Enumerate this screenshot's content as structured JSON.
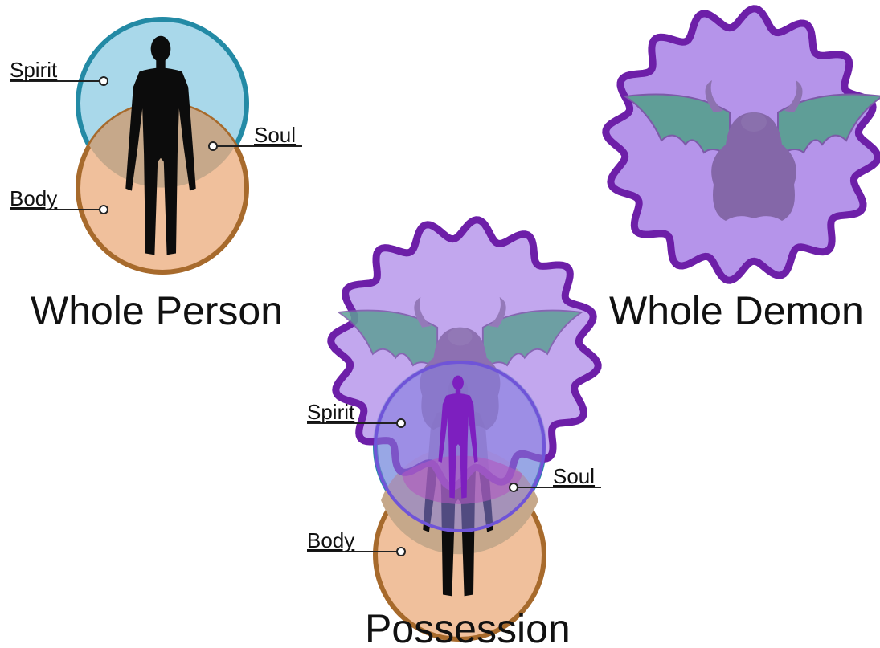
{
  "whole_person": {
    "title": "Whole Person",
    "spirit_label": "Spirit",
    "soul_label": "Soul",
    "body_label": "Body"
  },
  "whole_demon": {
    "title": "Whole Demon"
  },
  "possession": {
    "title": "Possession",
    "spirit_label": "Spirit",
    "soul_label": "Soul",
    "body_label": "Body"
  },
  "colors": {
    "spirit_fill": "#a9d8ea",
    "spirit_stroke": "#238aa5",
    "body_fill": "#f0c09c",
    "body_stroke": "#a76a2c",
    "soul_overlap": "#c6a88a",
    "demon_fill": "#b594ea",
    "demon_stroke": "#6d1fa8",
    "silhouette": "#0c0c0c",
    "possessed_silhouette": "#7d1fbf"
  }
}
